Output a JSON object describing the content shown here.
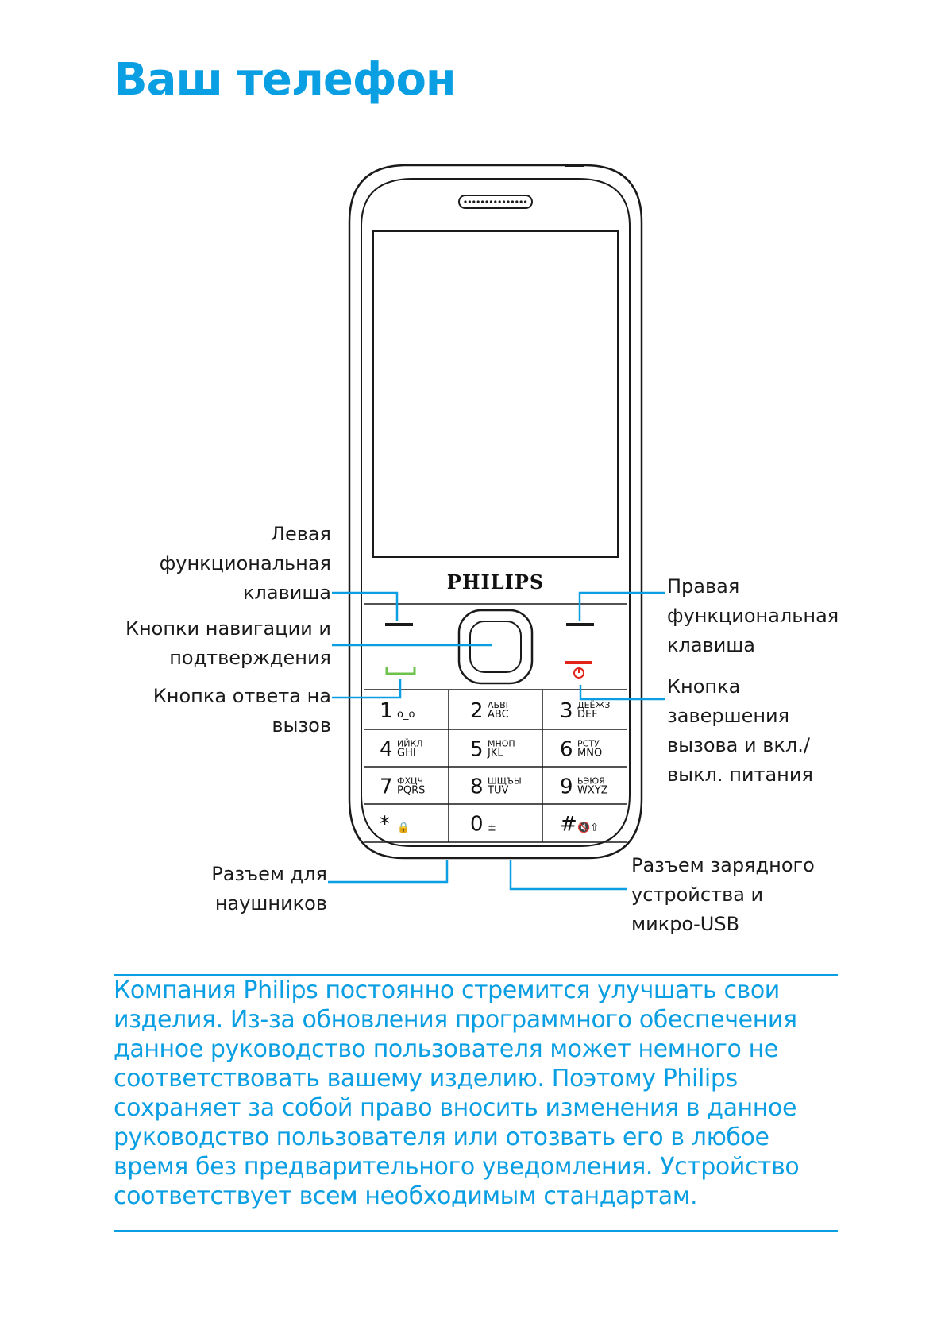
{
  "title": "Ваш телефон",
  "brand": "PHILIPS",
  "callouts": {
    "left_soft_key": [
      "Левая",
      "функциональная",
      "клавиша"
    ],
    "nav_keys": [
      "Кнопки навигации и",
      "подтверждения"
    ],
    "answer_key": [
      "Кнопка ответа на",
      "вызов"
    ],
    "headset_jack": [
      "Разъем для",
      "наушников"
    ],
    "right_soft_key": [
      "Правая",
      "функциональная",
      "клавиша"
    ],
    "end_key": [
      "Кнопка",
      "завершения",
      "вызова и вкл./",
      "выкл. питания"
    ],
    "charger_port": [
      "Разъем зарядного",
      "устройства и",
      "микро-USB"
    ]
  },
  "keypad": [
    {
      "main": "1",
      "sub_top": "",
      "sub_bottom": "ο_ο"
    },
    {
      "main": "2",
      "sub_top": "АБВГ",
      "sub_bottom": "ABC"
    },
    {
      "main": "3",
      "sub_top": "ДЕЁЖЗ",
      "sub_bottom": "DEF"
    },
    {
      "main": "4",
      "sub_top": "ИЙКЛ",
      "sub_bottom": "GHI"
    },
    {
      "main": "5",
      "sub_top": "МНОП",
      "sub_bottom": "JKL"
    },
    {
      "main": "6",
      "sub_top": "РСТУ",
      "sub_bottom": "MNO"
    },
    {
      "main": "7",
      "sub_top": "ФХЦЧ",
      "sub_bottom": "PQRS"
    },
    {
      "main": "8",
      "sub_top": "ШЩЪЫ",
      "sub_bottom": "TUV"
    },
    {
      "main": "9",
      "sub_top": "ЬЭЮЯ",
      "sub_bottom": "WXYZ"
    },
    {
      "main": "*",
      "sub_top": "",
      "sub_bottom": "🔒"
    },
    {
      "main": "0",
      "sub_top": "",
      "sub_bottom": "±"
    },
    {
      "main": "#",
      "sub_top": "",
      "sub_bottom": "🔇⇧"
    }
  ],
  "note": "Компания Philips постоянно стремится улучшать свои изделия. Из-за обновления программного обеспечения данное руководство пользователя может немного не соответствовать вашему изделию. Поэтому Philips сохраняет за собой право вносить изменения в данное руководство пользователя или отозвать его в любое время без предварительного уведомления. Устройство соответствует всем необходимым стандартам.",
  "colors": {
    "accent": "#0a9ee2",
    "answer_key": "#6cc24a",
    "end_key": "#e2231a"
  }
}
